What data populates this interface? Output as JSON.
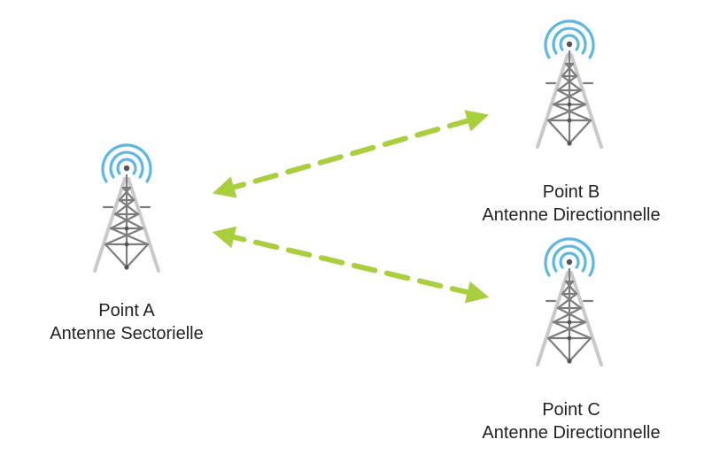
{
  "colors": {
    "signal_waves": "#5bb8e6",
    "tower_light": "#c9c9c9",
    "tower_dark": "#7d7d7d",
    "tower_joint": "#555555",
    "link_arrow": "#a9cf3c"
  },
  "icons": {
    "tower": "radio-tower-icon",
    "signal": "signal-waves-icon",
    "link": "dashed-double-arrow"
  },
  "nodes": [
    {
      "id": "a",
      "title": "Point A",
      "subtitle": "Antenne Sectorielle"
    },
    {
      "id": "b",
      "title": "Point B",
      "subtitle": "Antenne Directionnelle"
    },
    {
      "id": "c",
      "title": "Point C",
      "subtitle": "Antenne Directionnelle"
    }
  ],
  "links": [
    {
      "from": "a",
      "to": "b",
      "bidirectional": true
    },
    {
      "from": "a",
      "to": "c",
      "bidirectional": true
    }
  ]
}
